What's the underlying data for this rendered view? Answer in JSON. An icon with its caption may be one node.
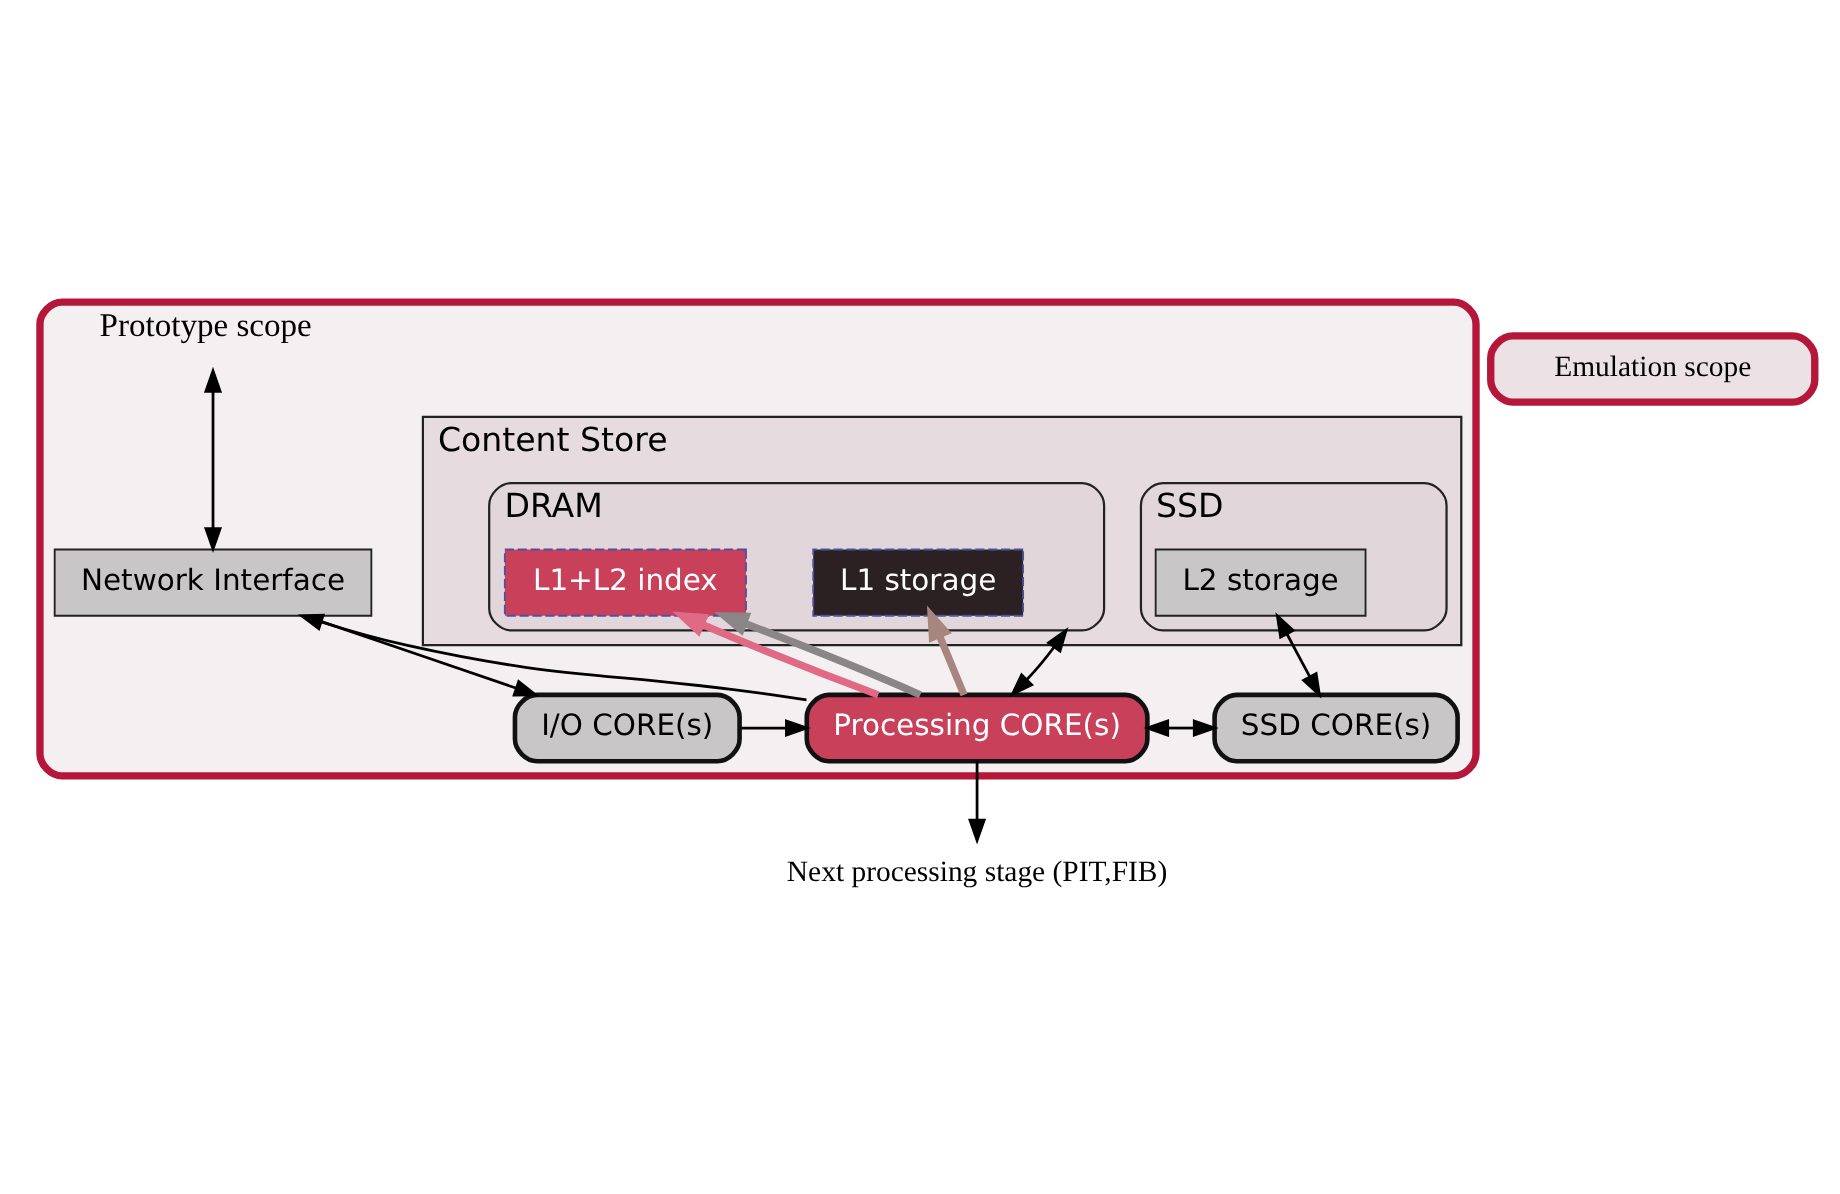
{
  "diagram": {
    "nodes": [
      {
        "text": [
          "Prototype scope"
        ]
      },
      {
        "text": [
          "Emulation scope"
        ]
      },
      {
        "text": [
          "Content Store"
        ],
        "in": 0
      },
      {
        "text": [
          "DRAM"
        ],
        "in": 2
      },
      {
        "text": [
          "L1 storage"
        ],
        "in": 3
      },
      {
        "text": [
          "L1+L2 index"
        ],
        "in": 3
      },
      {
        "text": [
          "SSD"
        ],
        "in": 2
      },
      {
        "text": [
          "L2 storage"
        ],
        "in": 6
      },
      {
        "text": [
          "Network Interface"
        ],
        "in": 0
      },
      {
        "text": [
          "I/O CORE(s)"
        ],
        "in": 0
      },
      {
        "text": [
          "Processing CORE(s)"
        ],
        "in": 0
      },
      {
        "text": [
          "SSD CORE(s)"
        ],
        "in": 0
      },
      {
        "text": [
          "Next processing stage (PIT,FIB)"
        ]
      }
    ],
    "edges": [
      {
        "from": null,
        "to": 8,
        "arrow": "both"
      },
      {
        "from": 8,
        "to": 9,
        "arrow": "to"
      },
      {
        "from": 9,
        "to": 10,
        "arrow": "to"
      },
      {
        "from": 10,
        "to": 8,
        "arrow": "to"
      },
      {
        "from": 10,
        "to": 3,
        "arrow": "both"
      },
      {
        "from": 10,
        "to": 5,
        "arrow": "to",
        "style": "thick",
        "color": "#e06a86"
      },
      {
        "from": 10,
        "to": 5,
        "arrow": "to",
        "style": "thick",
        "color": "#8a8688"
      },
      {
        "from": 10,
        "to": 4,
        "arrow": "to",
        "style": "thick",
        "color": "#a8857e"
      },
      {
        "from": 10,
        "to": 11,
        "arrow": "both"
      },
      {
        "from": 11,
        "to": 7,
        "arrow": "both"
      },
      {
        "from": 10,
        "to": 12,
        "arrow": "to"
      }
    ]
  }
}
